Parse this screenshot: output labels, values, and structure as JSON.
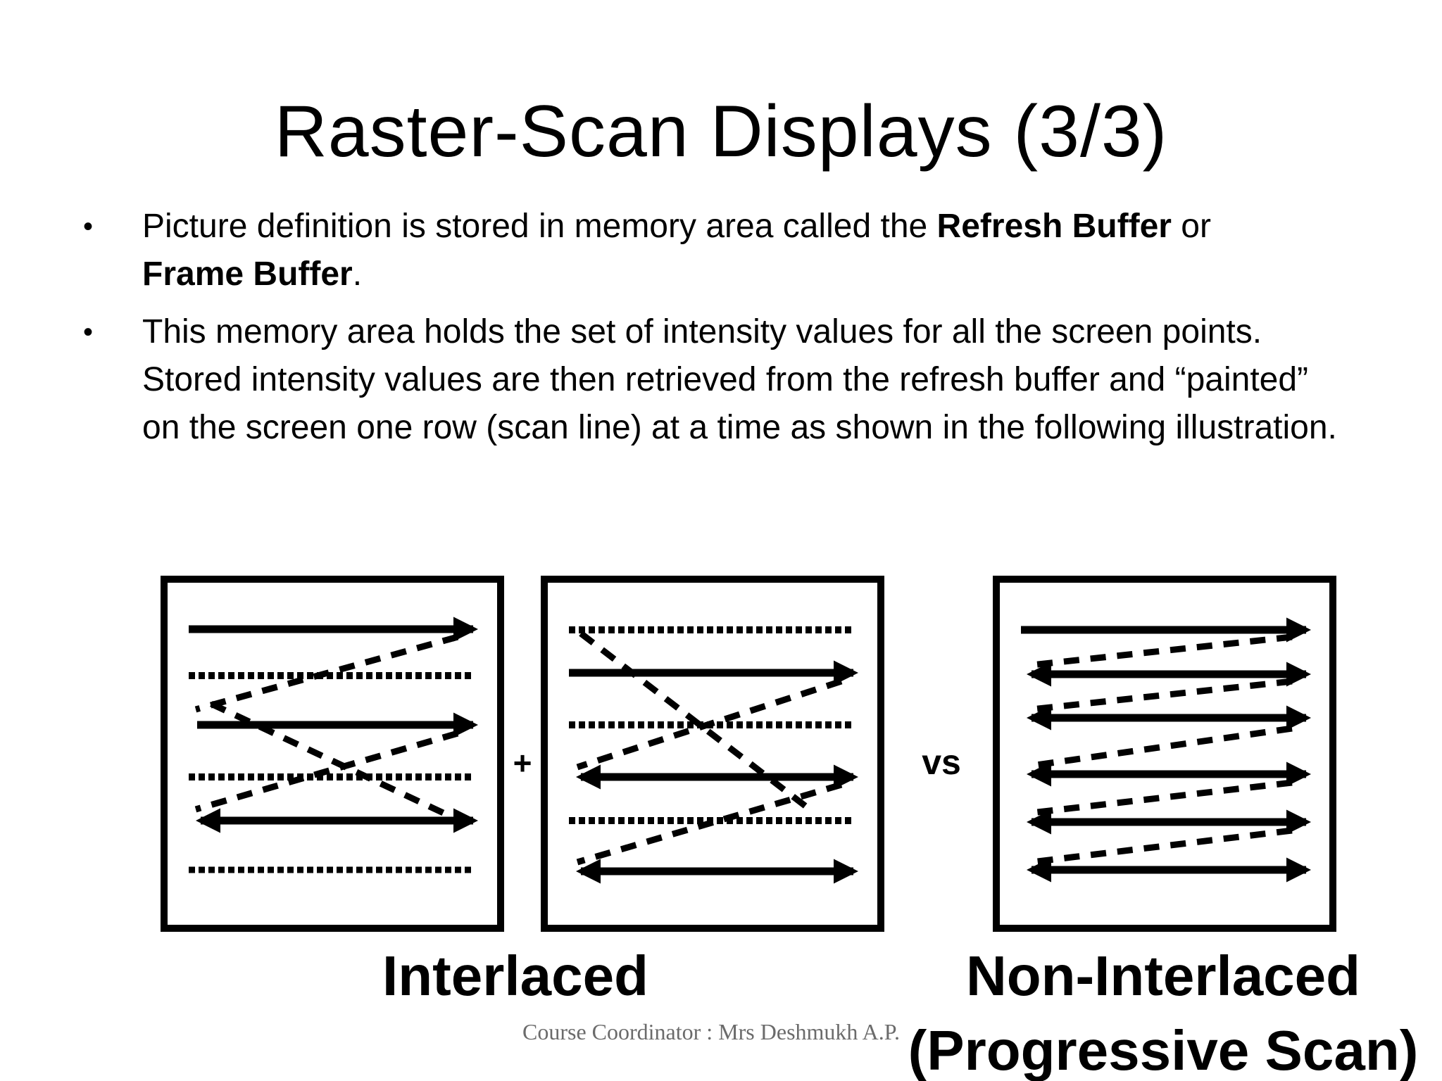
{
  "slide": {
    "title": "Raster-Scan Displays (3/3)",
    "bullets": [
      {
        "parts": [
          {
            "text": "Picture definition is stored in memory area called the ",
            "bold": false
          },
          {
            "text": "Refresh Buffer",
            "bold": true
          },
          {
            "text": " or ",
            "bold": false
          },
          {
            "text": "Frame Buffer",
            "bold": true
          },
          {
            "text": ".",
            "bold": false
          }
        ]
      },
      {
        "parts": [
          {
            "text": "This memory area holds the set of intensity values for all the screen points. Stored intensity values are then retrieved from the refresh buffer and “painted” on the screen one row (scan line) at a time as shown in the following illustration.",
            "bold": false
          }
        ]
      }
    ],
    "bullet_symbol": "•",
    "footer": "Course Coordinator : Mrs Deshmukh A.P."
  },
  "figure": {
    "labels": {
      "interlaced": "Interlaced",
      "non_interlaced_line1": "Non-Interlaced",
      "non_interlaced_line2": "(Progressive Scan)",
      "plus": "+",
      "vs": "vs"
    }
  }
}
